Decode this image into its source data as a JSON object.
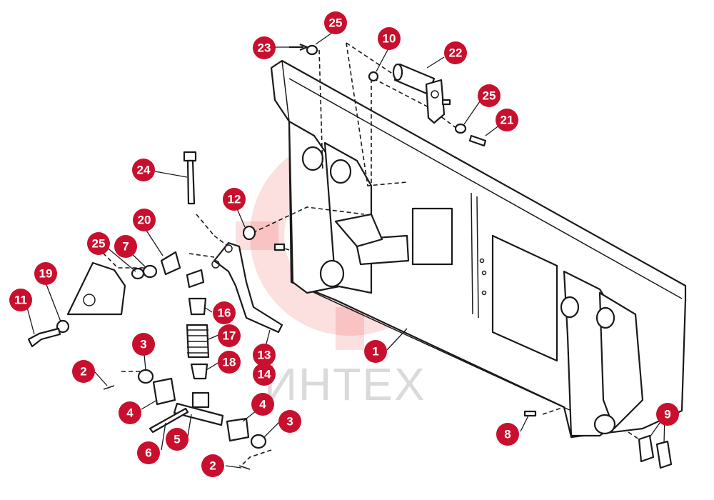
{
  "watermark_text": "ИНТЕХ",
  "colors": {
    "callout": "#c8102e",
    "line": "#1a1a1a",
    "watermark": "#e8191f"
  },
  "callouts": [
    {
      "id": "c1",
      "label": "1"
    },
    {
      "id": "c2a",
      "label": "2"
    },
    {
      "id": "c2b",
      "label": "2"
    },
    {
      "id": "c3a",
      "label": "3"
    },
    {
      "id": "c3b",
      "label": "3"
    },
    {
      "id": "c4a",
      "label": "4"
    },
    {
      "id": "c4b",
      "label": "4"
    },
    {
      "id": "c5",
      "label": "5"
    },
    {
      "id": "c6",
      "label": "6"
    },
    {
      "id": "c7",
      "label": "7"
    },
    {
      "id": "c8",
      "label": "8"
    },
    {
      "id": "c9",
      "label": "9"
    },
    {
      "id": "c10",
      "label": "10"
    },
    {
      "id": "c11",
      "label": "11"
    },
    {
      "id": "c12",
      "label": "12"
    },
    {
      "id": "c13",
      "label": "13"
    },
    {
      "id": "c14",
      "label": "14"
    },
    {
      "id": "c16",
      "label": "16"
    },
    {
      "id": "c17",
      "label": "17"
    },
    {
      "id": "c18",
      "label": "18"
    },
    {
      "id": "c19",
      "label": "19"
    },
    {
      "id": "c20",
      "label": "20"
    },
    {
      "id": "c21",
      "label": "21"
    },
    {
      "id": "c22",
      "label": "22"
    },
    {
      "id": "c23",
      "label": "23"
    },
    {
      "id": "c24",
      "label": "24"
    },
    {
      "id": "c25a",
      "label": "25"
    },
    {
      "id": "c25b",
      "label": "25"
    },
    {
      "id": "c25c",
      "label": "25"
    }
  ]
}
